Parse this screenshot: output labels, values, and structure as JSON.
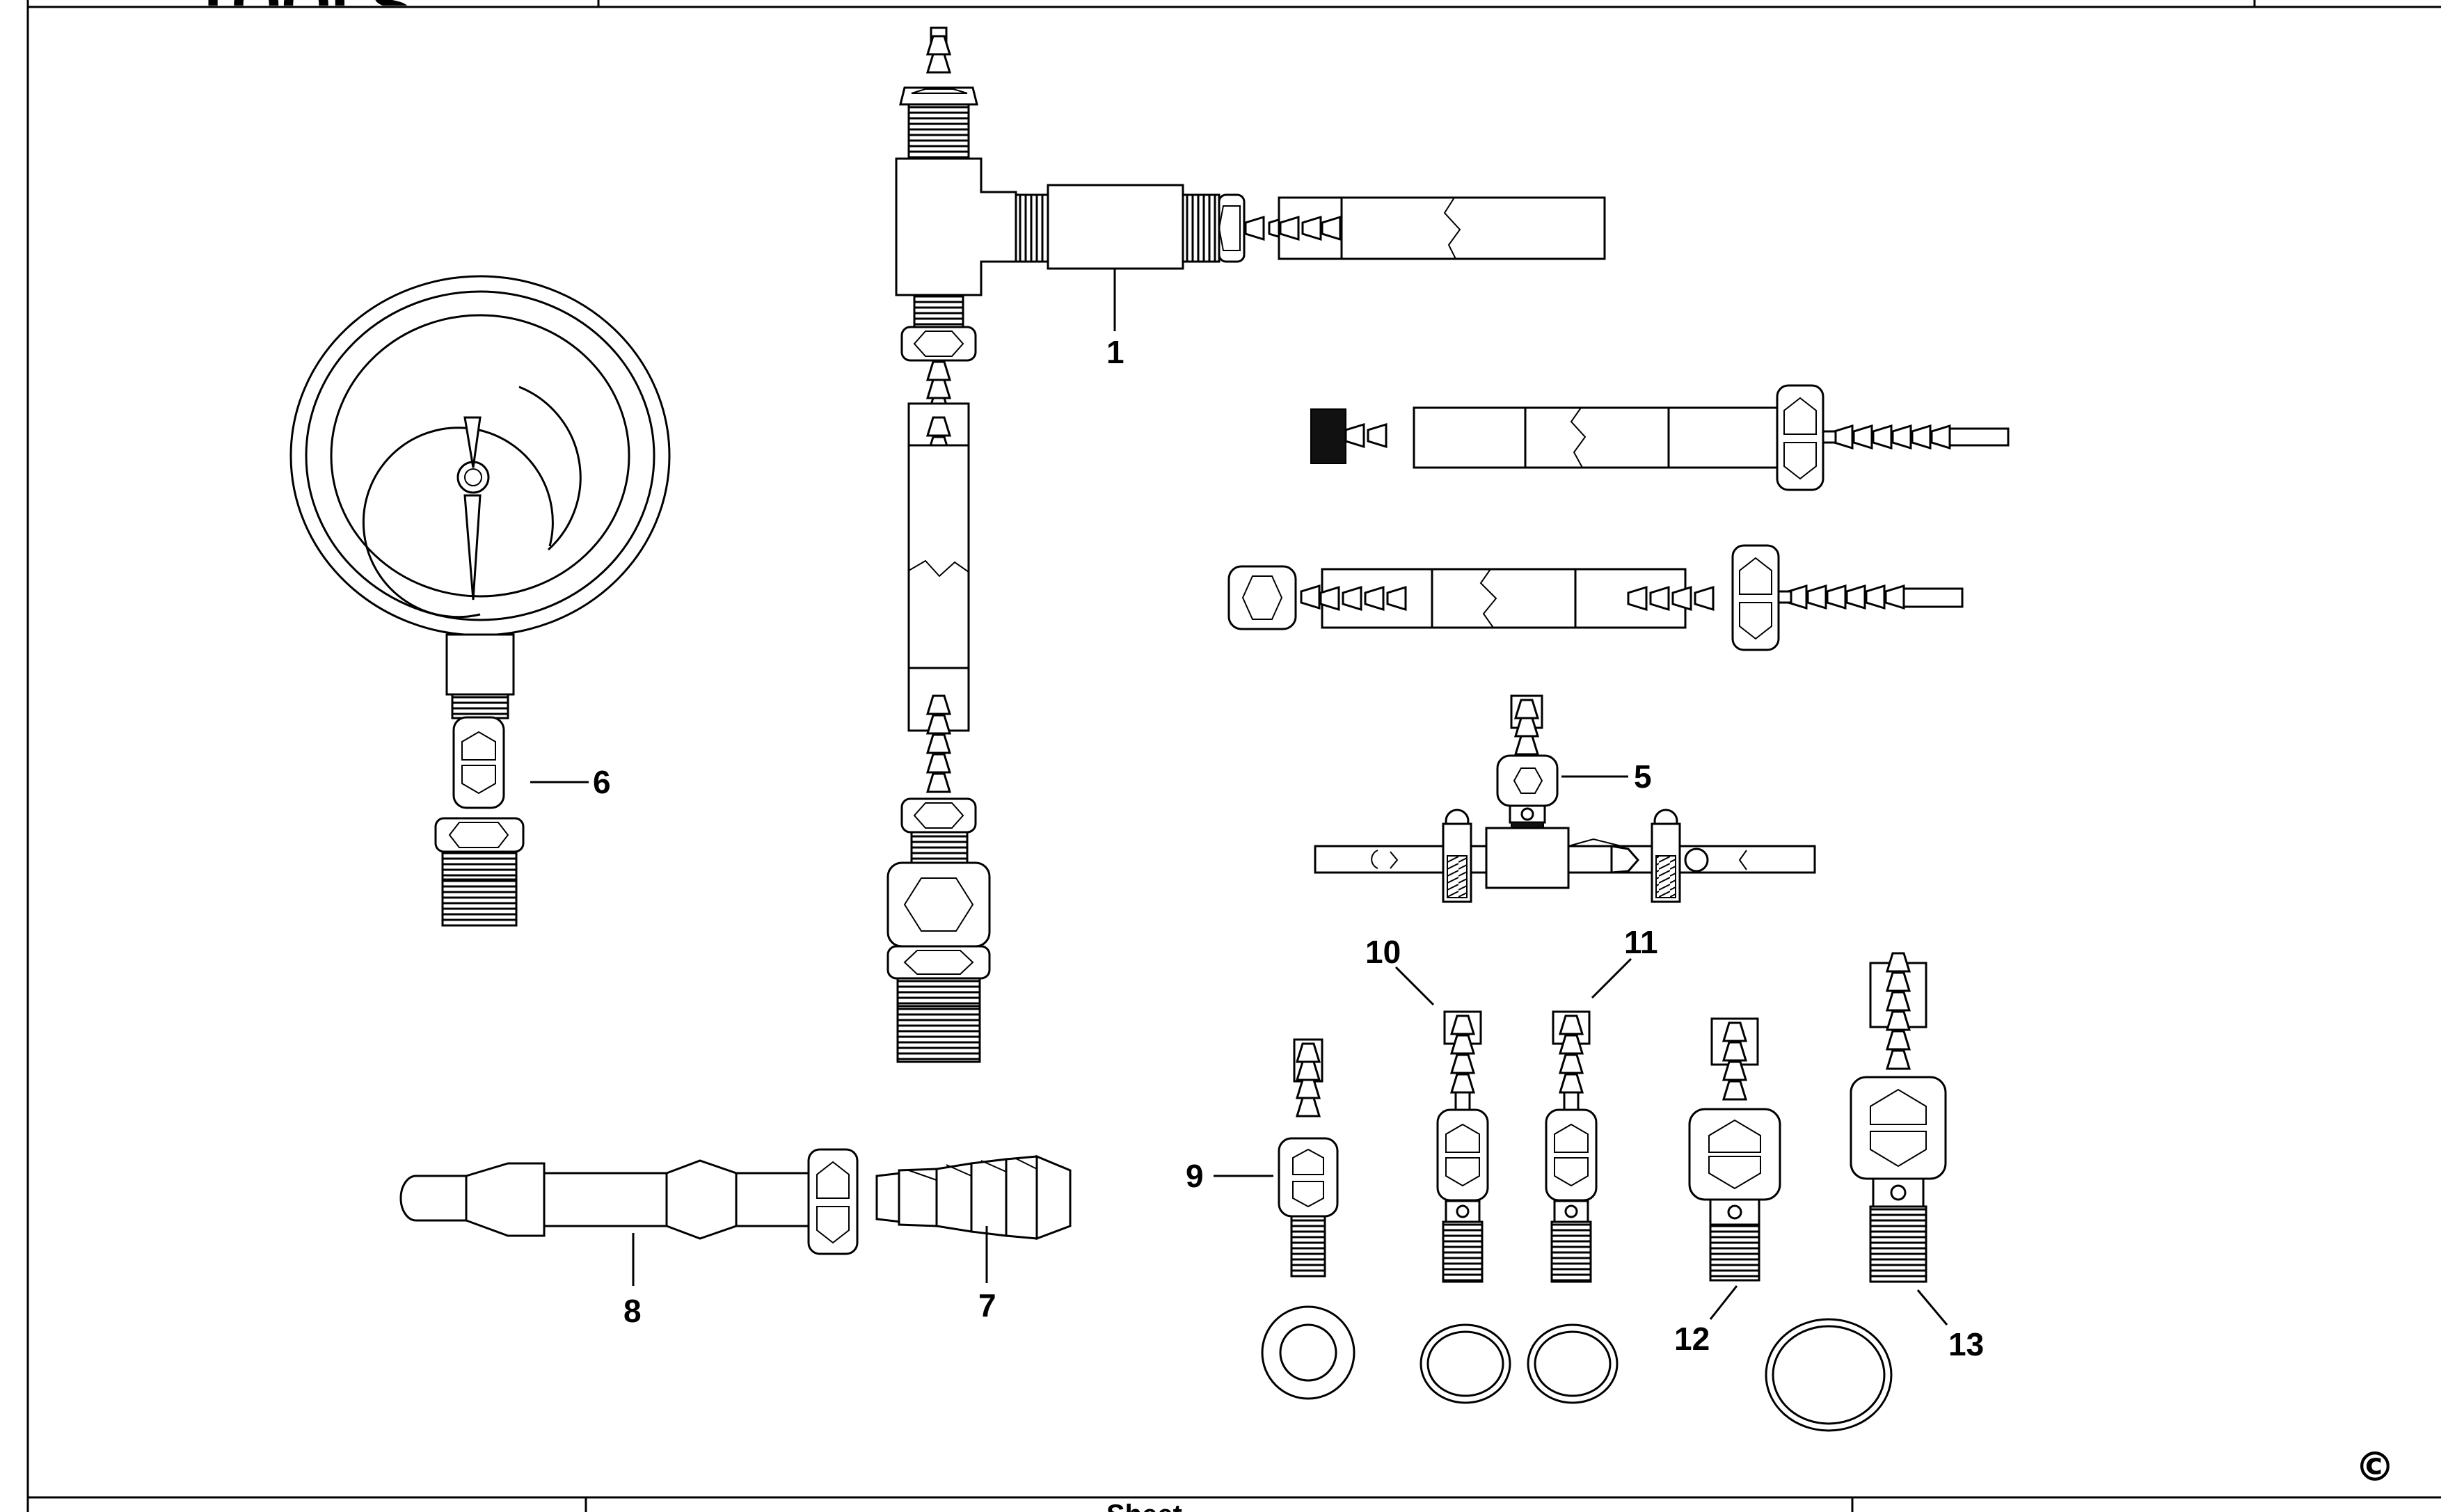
{
  "header": {
    "brand_text": "TOOLS"
  },
  "footer": {
    "sheet_text": "Sheet",
    "copyright_symbol": "©"
  },
  "callouts": {
    "c1": "1",
    "c5": "5",
    "c6": "6",
    "c7": "7",
    "c8": "8",
    "c9": "9",
    "c10": "10",
    "c11": "11",
    "c12": "12",
    "c13": "13"
  },
  "colors": {
    "ink": "#000000",
    "paper": "#ffffff"
  }
}
